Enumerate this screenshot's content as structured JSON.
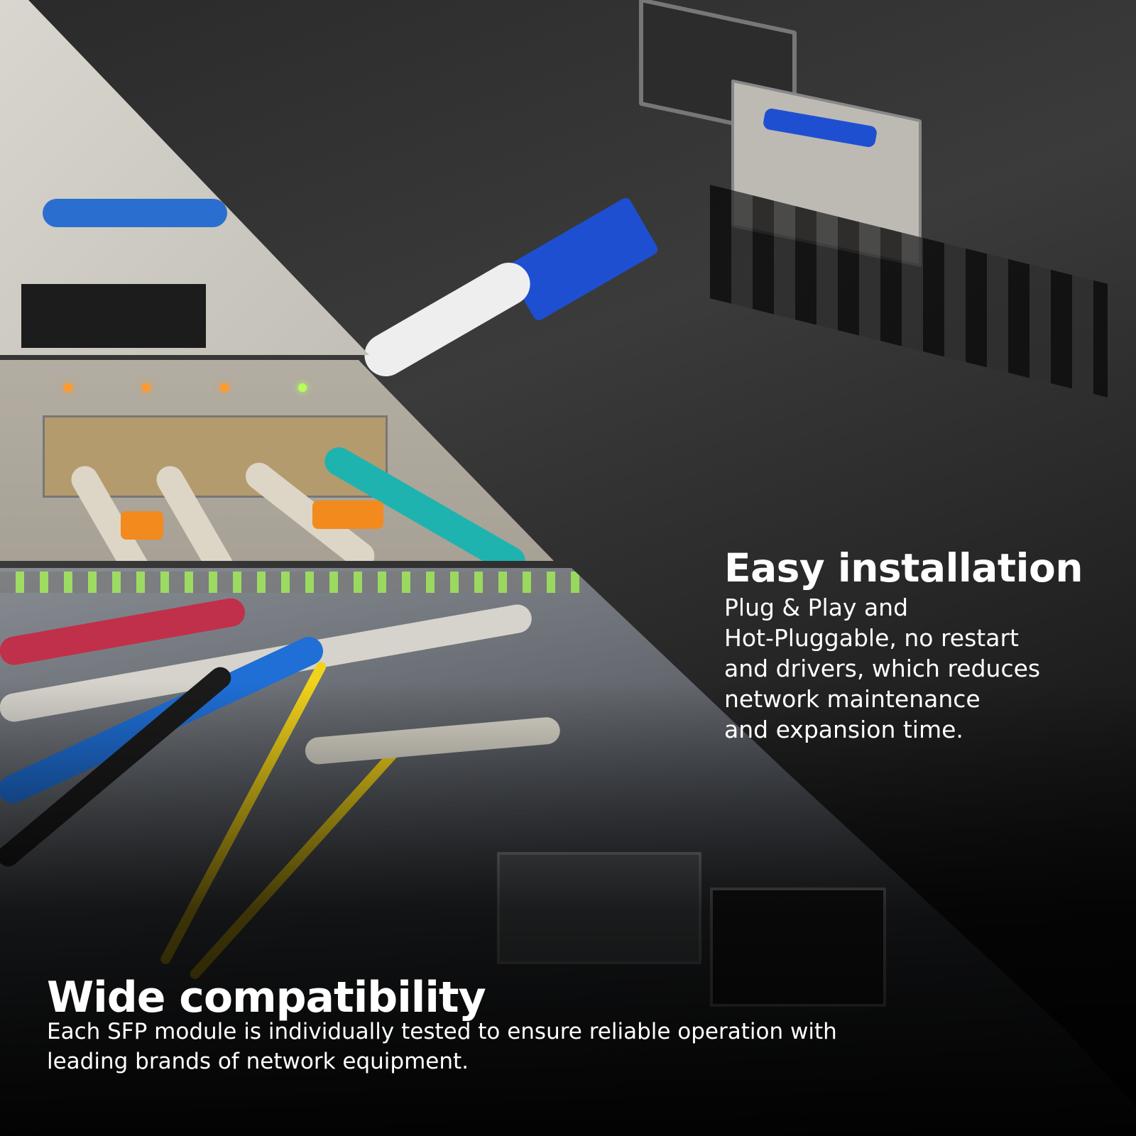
{
  "features": [
    {
      "title": "Easy installation",
      "description_lines": [
        "Plug & Play and",
        "Hot-Pluggable, no restart",
        "and drivers, which reduces",
        "network maintenance",
        "and expansion time."
      ]
    },
    {
      "title": "Wide compatibility",
      "description_lines": [
        "Each SFP module is individually tested to ensure reliable operation with",
        "leading brands of network equipment."
      ]
    }
  ],
  "colors": {
    "background": "#1a1a1a",
    "text": "#ffffff",
    "connector_blue": "#1f4fd1",
    "cable_yellow": "#f2d31b",
    "cable_aqua": "#1fb3b0",
    "boot_orange": "#f28a1e"
  }
}
